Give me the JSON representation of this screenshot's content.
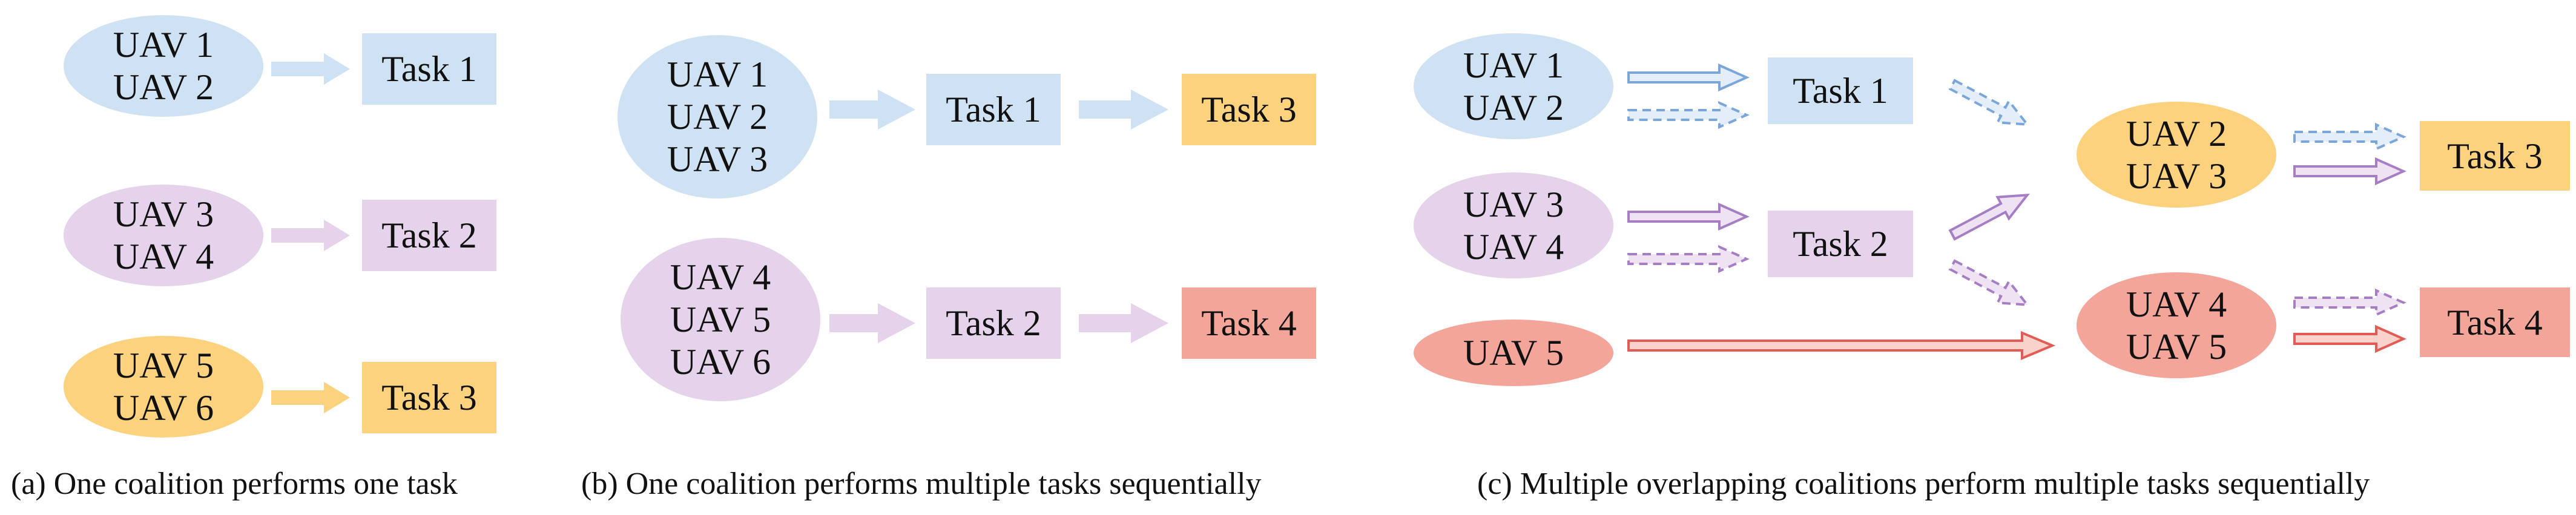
{
  "colors": {
    "blue": "#cfe2f3",
    "purple": "#e4d3ea",
    "orange": "#fdd27e",
    "red": "#f3a59a",
    "blue_stroke": "#7aa6da",
    "purple_stroke": "#a57ec4",
    "red_stroke": "#e25c55"
  },
  "panel_a": {
    "coalitions": [
      {
        "lines": [
          "UAV 1",
          "UAV 2"
        ]
      },
      {
        "lines": [
          "UAV 3",
          "UAV 4"
        ]
      },
      {
        "lines": [
          "UAV 5",
          "UAV 6"
        ]
      }
    ],
    "tasks": [
      "Task 1",
      "Task 2",
      "Task 3"
    ],
    "caption": "(a) One coalition performs one task"
  },
  "panel_b": {
    "coalitions": [
      {
        "lines": [
          "UAV 1",
          "UAV 2",
          "UAV 3"
        ]
      },
      {
        "lines": [
          "UAV 4",
          "UAV 5",
          "UAV 6"
        ]
      }
    ],
    "tasks": [
      "Task 1",
      "Task 3",
      "Task 2",
      "Task 4"
    ],
    "caption": "(b) One coalition performs multiple tasks sequentially"
  },
  "panel_c": {
    "coalitions": [
      {
        "lines": [
          "UAV 1",
          "UAV 2"
        ]
      },
      {
        "lines": [
          "UAV 3",
          "UAV 4"
        ]
      },
      {
        "lines": [
          "UAV 5"
        ]
      },
      {
        "lines": [
          "UAV 2",
          "UAV 3"
        ]
      },
      {
        "lines": [
          "UAV 4",
          "UAV 5"
        ]
      }
    ],
    "tasks": [
      "Task 1",
      "Task 2",
      "Task 3",
      "Task 4"
    ],
    "caption": "(c) Multiple overlapping coalitions perform multiple tasks sequentially"
  }
}
